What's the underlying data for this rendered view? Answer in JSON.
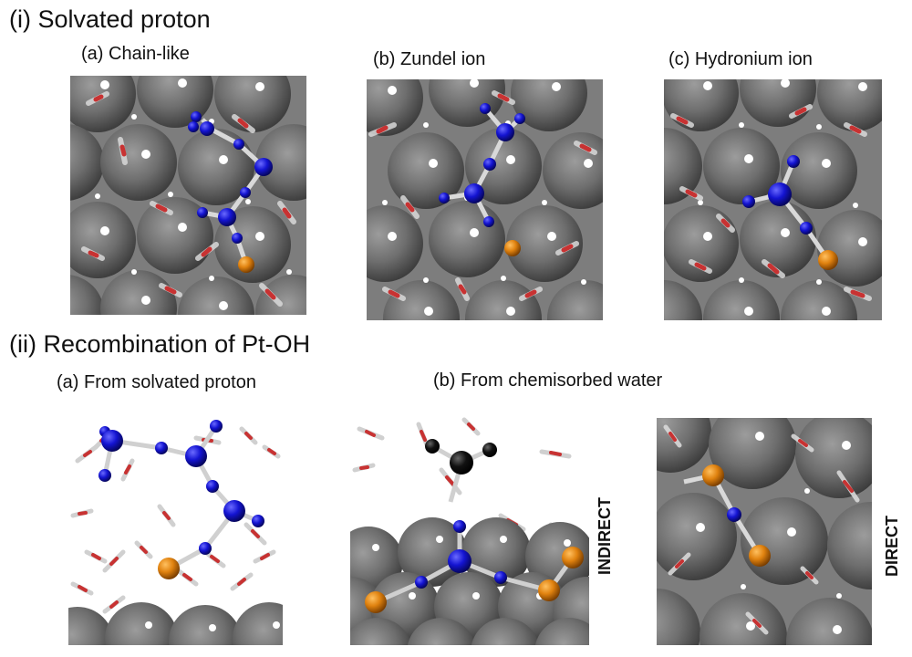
{
  "section1": {
    "title": "(i) Solvated proton",
    "panels": [
      {
        "label": "(a) Chain-like"
      },
      {
        "label": "(b) Zundel ion"
      },
      {
        "label": "(c) Hydronium ion"
      }
    ]
  },
  "section2": {
    "title": "(ii) Recombination of Pt-OH",
    "label_a": "(a) From solvated proton",
    "label_b": "(b) From chemisorbed water",
    "indirect": "INDIRECT",
    "direct": "DIRECT"
  },
  "colors": {
    "platinum": "#7a7a7a",
    "proton_oxygen": "#1414d2",
    "hydroxyl_oxygen": "#e0820f",
    "water_oxygen": "#c83232",
    "water_hydrogen": "#e6e6e6",
    "carbon": "#111111"
  }
}
